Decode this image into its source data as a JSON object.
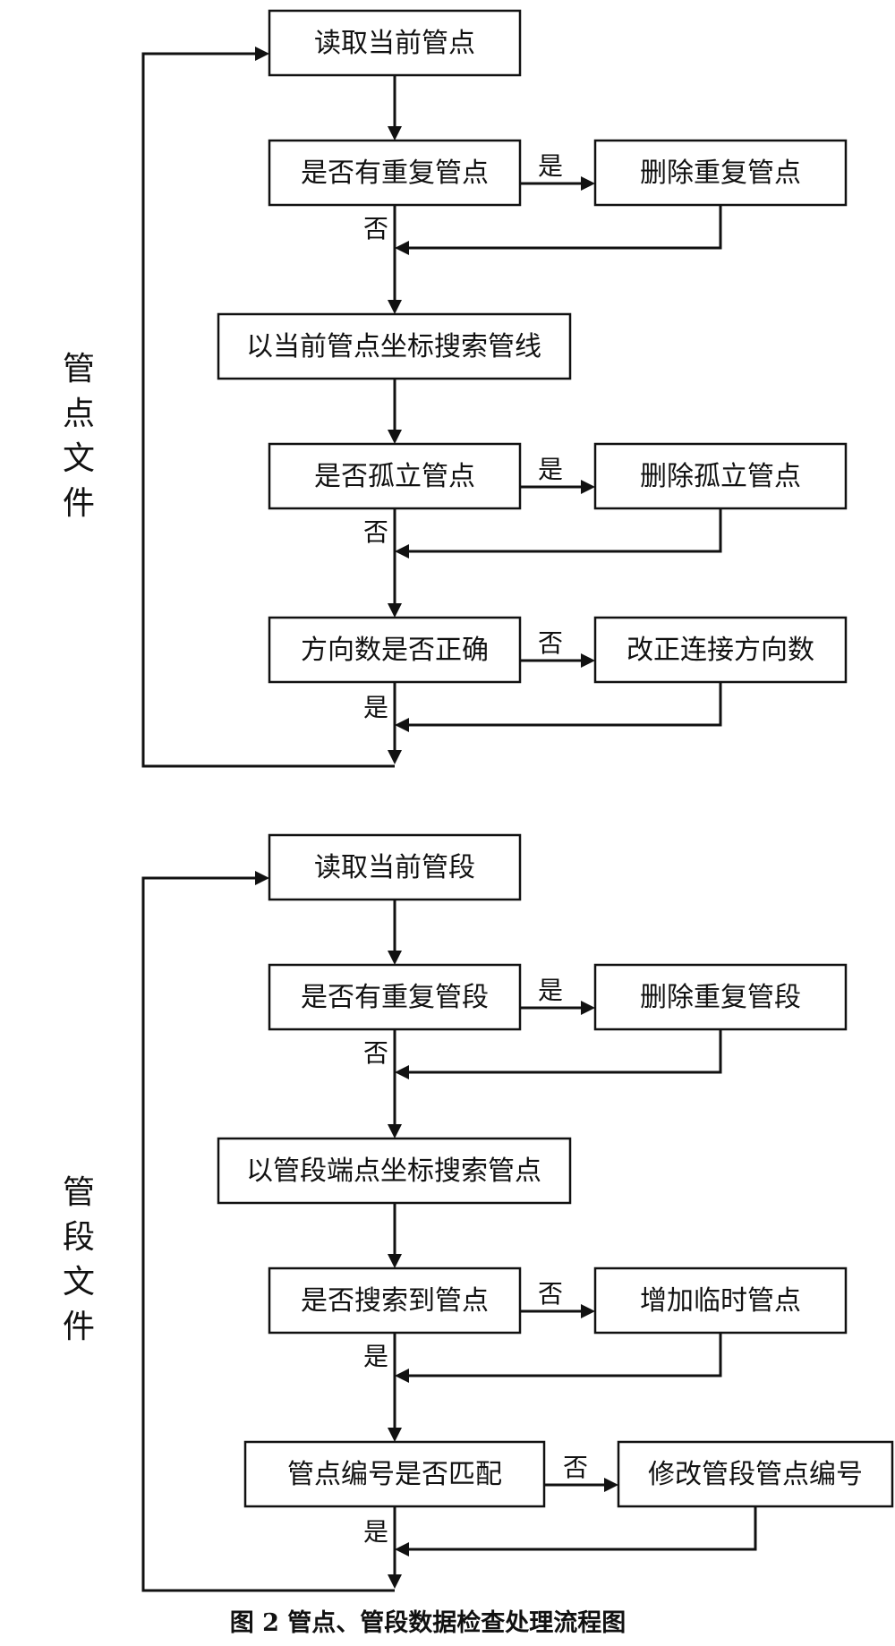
{
  "flow_point": {
    "side_label": [
      "管",
      "点",
      "文",
      "件"
    ],
    "read": "读取当前管点",
    "dup_check": "是否有重复管点",
    "dup_yes": "是",
    "dup_no": "否",
    "dup_action": "删除重复管点",
    "search": "以当前管点坐标搜索管线",
    "iso_check": "是否孤立管点",
    "iso_yes": "是",
    "iso_no": "否",
    "iso_action": "删除孤立管点",
    "dir_check": "方向数是否正确",
    "dir_no": "否",
    "dir_yes": "是",
    "dir_action": "改正连接方向数"
  },
  "flow_segment": {
    "side_label": [
      "管",
      "段",
      "文",
      "件"
    ],
    "read": "读取当前管段",
    "dup_check": "是否有重复管段",
    "dup_yes": "是",
    "dup_no": "否",
    "dup_action": "删除重复管段",
    "search": "以管段端点坐标搜索管点",
    "found_check": "是否搜索到管点",
    "found_no": "否",
    "found_yes": "是",
    "found_action": "增加临时管点",
    "match_check": "管点编号是否匹配",
    "match_no": "否",
    "match_yes": "是",
    "match_action": "修改管段管点编号"
  },
  "caption": "图 2 管点、管段数据检查处理流程图"
}
